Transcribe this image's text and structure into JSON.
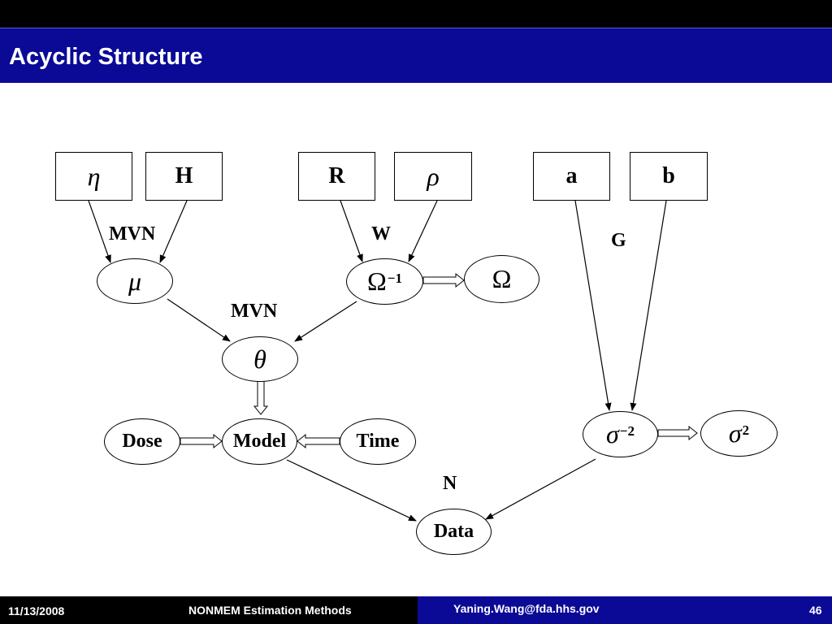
{
  "slide": {
    "title": "Acyclic Structure"
  },
  "nodes": {
    "eta": {
      "symbol": "η"
    },
    "H": {
      "label": "H"
    },
    "R": {
      "label": "R"
    },
    "rho": {
      "symbol": "ρ"
    },
    "a": {
      "label": "a"
    },
    "b": {
      "label": "b"
    },
    "mu": {
      "symbol": "μ"
    },
    "omega_inv": {
      "symbol": "Ω",
      "sup": "−1"
    },
    "omega": {
      "symbol": "Ω"
    },
    "theta": {
      "symbol": "θ"
    },
    "dose": {
      "label": "Dose"
    },
    "model": {
      "label": "Model"
    },
    "time": {
      "label": "Time"
    },
    "sigma_inv": {
      "symbol": "σ",
      "sup": "−2"
    },
    "sigma_sq": {
      "symbol": "σ",
      "sup": "2"
    },
    "data": {
      "label": "Data"
    }
  },
  "edge_labels": {
    "mvn_top": "MVN",
    "w": "W",
    "g": "G",
    "mvn_mid": "MVN",
    "n": "N"
  },
  "footer": {
    "date": "11/13/2008",
    "course": "NONMEM Estimation Methods",
    "email": "Yaning.Wang@fda.hhs.gov",
    "page": "46"
  },
  "colors": {
    "title_bar": "#0a0a96",
    "top_bar": "#000000",
    "footer_left": "#000000",
    "footer_right": "#0a0a96"
  }
}
